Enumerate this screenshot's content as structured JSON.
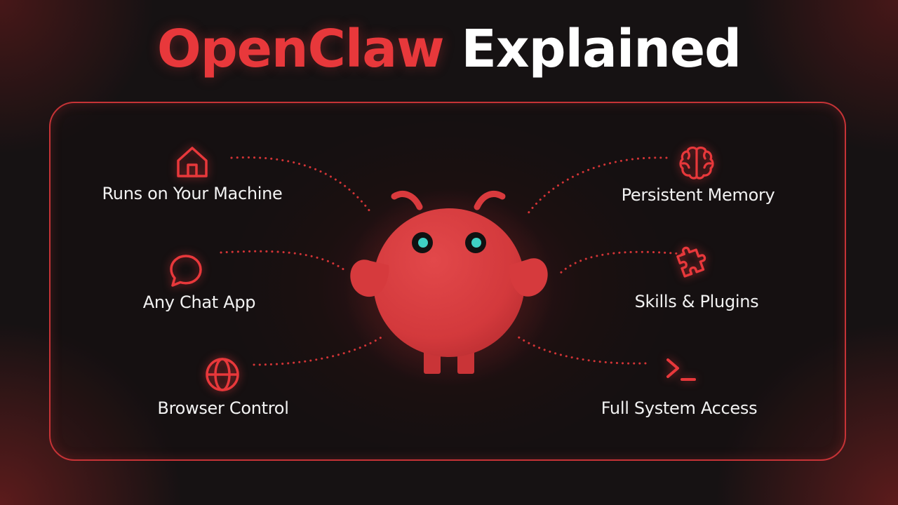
{
  "title": {
    "brand": "OpenClaw",
    "rest": "Explained"
  },
  "features": {
    "left": [
      {
        "label": "Runs on Your Machine",
        "icon": "home-icon"
      },
      {
        "label": "Any Chat App",
        "icon": "chat-bubble-icon"
      },
      {
        "label": "Browser Control",
        "icon": "globe-icon"
      }
    ],
    "right": [
      {
        "label": "Persistent Memory",
        "icon": "brain-icon"
      },
      {
        "label": "Skills & Plugins",
        "icon": "puzzle-icon"
      },
      {
        "label": "Full System Access",
        "icon": "terminal-icon"
      }
    ]
  },
  "colors": {
    "accent": "#e8383b",
    "mascot_body": "#d93a3d",
    "mascot_eye": "#3fd1c4",
    "background": "#161213",
    "text": "#f2f2f2"
  }
}
